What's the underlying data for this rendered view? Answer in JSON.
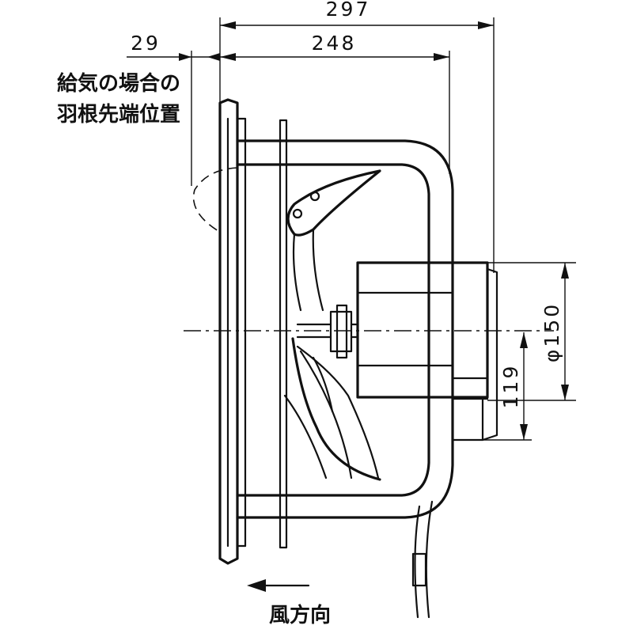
{
  "dimensions": {
    "overall_depth": "297",
    "housing_depth": "248",
    "blade_protrusion": "29",
    "motor_diameter": "φ150",
    "motor_center_offset": "119"
  },
  "annotations": {
    "blade_tip_note_line1": "給気の場合の",
    "blade_tip_note_line2": "羽根先端位置",
    "airflow_direction": "風方向"
  }
}
